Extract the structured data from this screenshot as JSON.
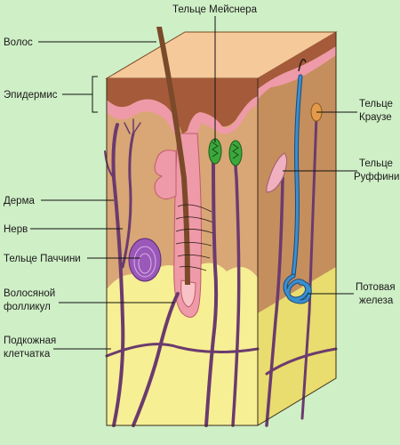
{
  "labels": {
    "hair": "Волос",
    "epidermis": "Эпидермис",
    "dermis": "Дерма",
    "nerve": "Нерв",
    "pacinian_line1": "Тельце Паччини",
    "follicle_line1": "Волосяной",
    "follicle_line2": "фолликул",
    "hypodermis_line1": "Подкожная",
    "hypodermis_line2": "клетчатка",
    "meissner": "Тельце Мейснера",
    "krause_line1": "Тельце",
    "krause_line2": "Краузе",
    "ruffini_line1": "Тельце",
    "ruffini_line2": "Руффини",
    "sweat_line1": "Потовая",
    "sweat_line2": "железа"
  },
  "colors": {
    "background": "#cfefc6",
    "epidermis_top": "#f6c99a",
    "dermis": "#d9a676",
    "dermis_side": "#c58e5d",
    "hypodermis": "#f6ef94",
    "fat_side": "#e8dd6e",
    "nerve": "#6b3b6e",
    "pink": "#ef9aa8",
    "hair": "#7a4a2a",
    "meissner": "#3aa83a",
    "pacinian": "#9a58b8",
    "sweat": "#3a8fd0",
    "krause": "#e39a4a"
  }
}
